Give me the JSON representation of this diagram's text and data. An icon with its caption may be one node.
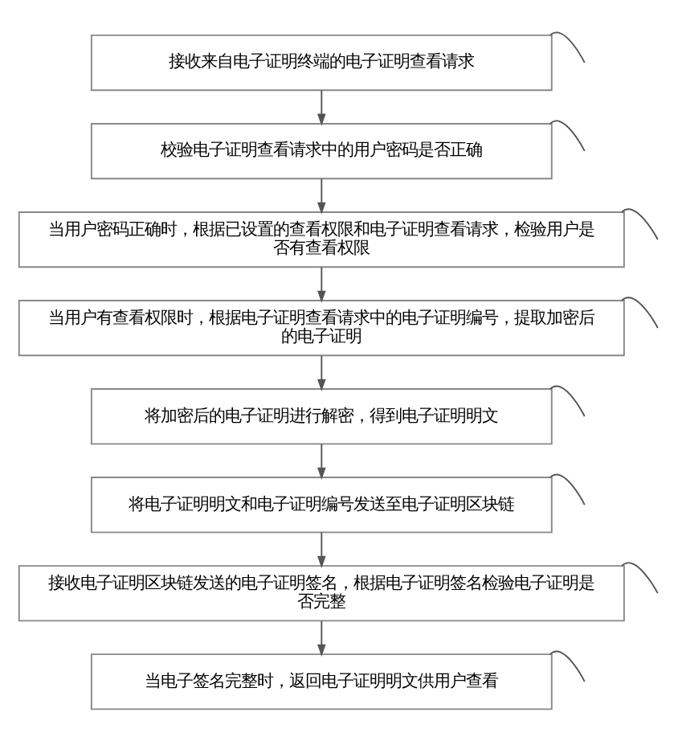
{
  "diagram": {
    "nodes": [
      {
        "text": [
          "接收来自电子证明终端的电子证明查看请求"
        ]
      },
      {
        "text": [
          "校验电子证明查看请求中的用户密码是否正确"
        ]
      },
      {
        "text": [
          "当用户密码正确时，根据已设置的查看权限和电子证明查看请求，检验用户是否有查看权限"
        ]
      },
      {
        "text": [
          "当用户有查看权限时，根据电子证明查看请求中的电子证明编号，提取加密后的电子证明"
        ]
      },
      {
        "text": [
          "将加密后的电子证明进行解密，得到电子证明明文"
        ]
      },
      {
        "text": [
          "将电子证明明文和电子证明编号发送至电子证明区块链"
        ]
      },
      {
        "text": [
          "接收电子证明区块链发送的电子证明签名，根据电子证明签名检验电子证明是否完整"
        ]
      },
      {
        "text": [
          "当电子签名完整时，返回电子证明明文供用户查看"
        ]
      }
    ],
    "edges": [
      {
        "from": 0,
        "to": 1,
        "arrow": "to"
      },
      {
        "from": 1,
        "to": 2,
        "arrow": "to"
      },
      {
        "from": 2,
        "to": 3,
        "arrow": "to"
      },
      {
        "from": 3,
        "to": 4,
        "arrow": "to"
      },
      {
        "from": 4,
        "to": 5,
        "arrow": "to"
      },
      {
        "from": 5,
        "to": 6,
        "arrow": "to"
      },
      {
        "from": 6,
        "to": 7,
        "arrow": "to"
      },
      {
        "from": null,
        "to": 0,
        "arrow": "none"
      },
      {
        "from": null,
        "to": 1,
        "arrow": "none"
      },
      {
        "from": null,
        "to": 2,
        "arrow": "none"
      },
      {
        "from": null,
        "to": 3,
        "arrow": "none"
      },
      {
        "from": null,
        "to": 4,
        "arrow": "none"
      },
      {
        "from": null,
        "to": 5,
        "arrow": "none"
      },
      {
        "from": null,
        "to": 6,
        "arrow": "none"
      },
      {
        "from": null,
        "to": 7,
        "arrow": "none"
      }
    ]
  }
}
